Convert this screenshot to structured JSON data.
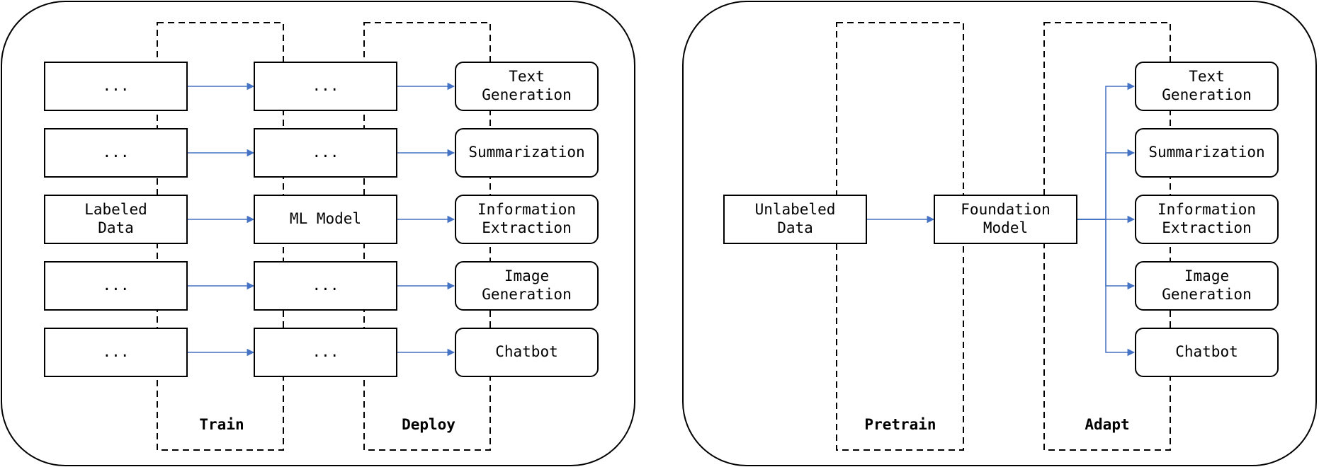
{
  "left_panel": {
    "stages": [
      "Train",
      "Deploy"
    ],
    "inputs": [
      [
        "..."
      ],
      [
        "..."
      ],
      [
        "Labeled",
        "Data"
      ],
      [
        "..."
      ],
      [
        "..."
      ]
    ],
    "models": [
      [
        "..."
      ],
      [
        "..."
      ],
      [
        "ML Model"
      ],
      [
        "..."
      ],
      [
        "..."
      ]
    ],
    "tasks": [
      [
        "Text",
        "Generation"
      ],
      [
        "Summarization"
      ],
      [
        "Information",
        "Extraction"
      ],
      [
        "Image",
        "Generation"
      ],
      [
        "Chatbot"
      ]
    ]
  },
  "right_panel": {
    "stages": [
      "Pretrain",
      "Adapt"
    ],
    "input": [
      "Unlabeled",
      "Data"
    ],
    "model": [
      "Foundation",
      "Model"
    ],
    "tasks": [
      [
        "Text",
        "Generation"
      ],
      [
        "Summarization"
      ],
      [
        "Information",
        "Extraction"
      ],
      [
        "Image",
        "Generation"
      ],
      [
        "Chatbot"
      ]
    ]
  },
  "colors": {
    "arrow": "#4472c4",
    "stroke": "#000000"
  }
}
